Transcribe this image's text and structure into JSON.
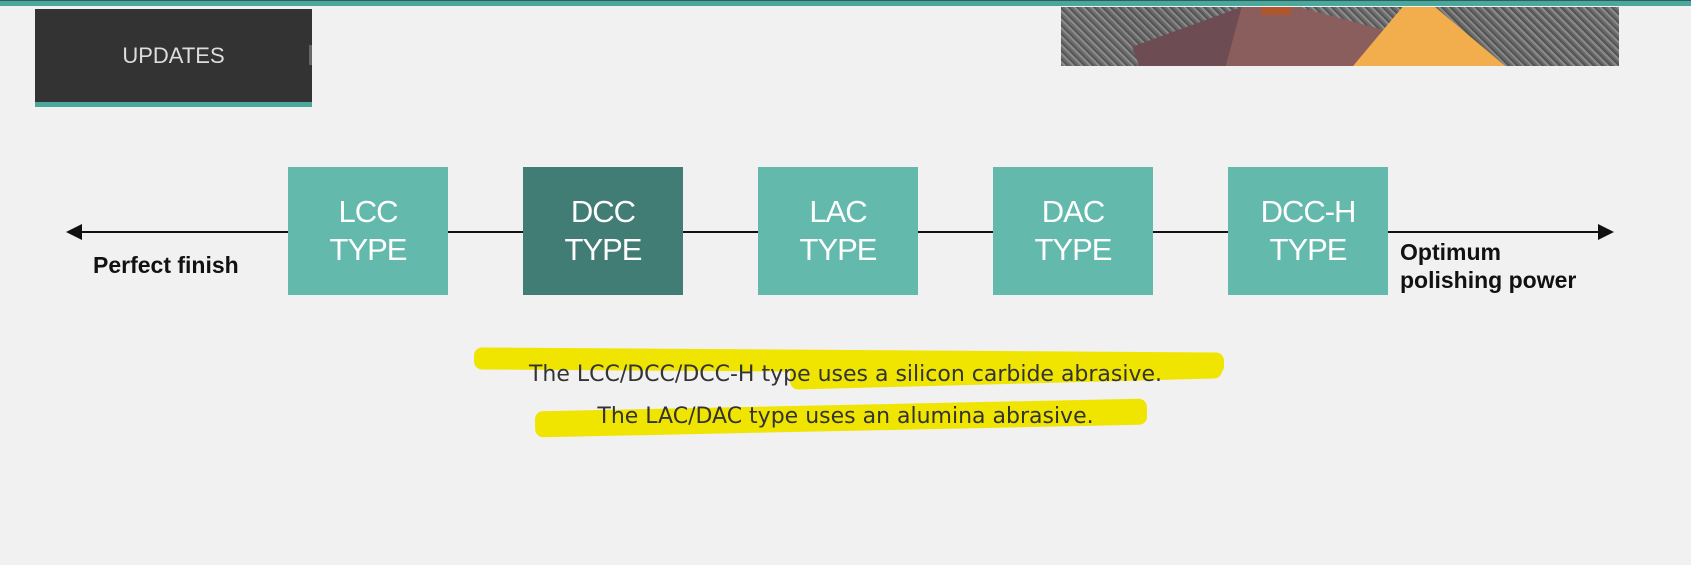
{
  "nav": {
    "updates_label": "UPDATES"
  },
  "scale": {
    "left_label": "Perfect finish",
    "right_label_line1": "Optimum",
    "right_label_line2": "polishing power",
    "types": [
      {
        "line1": "LCC",
        "line2": "TYPE",
        "selected": false
      },
      {
        "line1": "DCC",
        "line2": "TYPE",
        "selected": true
      },
      {
        "line1": "LAC",
        "line2": "TYPE",
        "selected": false
      },
      {
        "line1": "DAC",
        "line2": "TYPE",
        "selected": false
      },
      {
        "line1": "DCC-H",
        "line2": "TYPE",
        "selected": false
      }
    ]
  },
  "captions": [
    "The LCC/DCC/DCC-H type uses a silicon carbide abrasive.",
    "The LAC/DAC type uses an alumina abrasive."
  ],
  "colors": {
    "accent": "#4aa79b",
    "box": "#63b9ac",
    "box_selected": "#417d74",
    "highlight": "#f0e500"
  }
}
